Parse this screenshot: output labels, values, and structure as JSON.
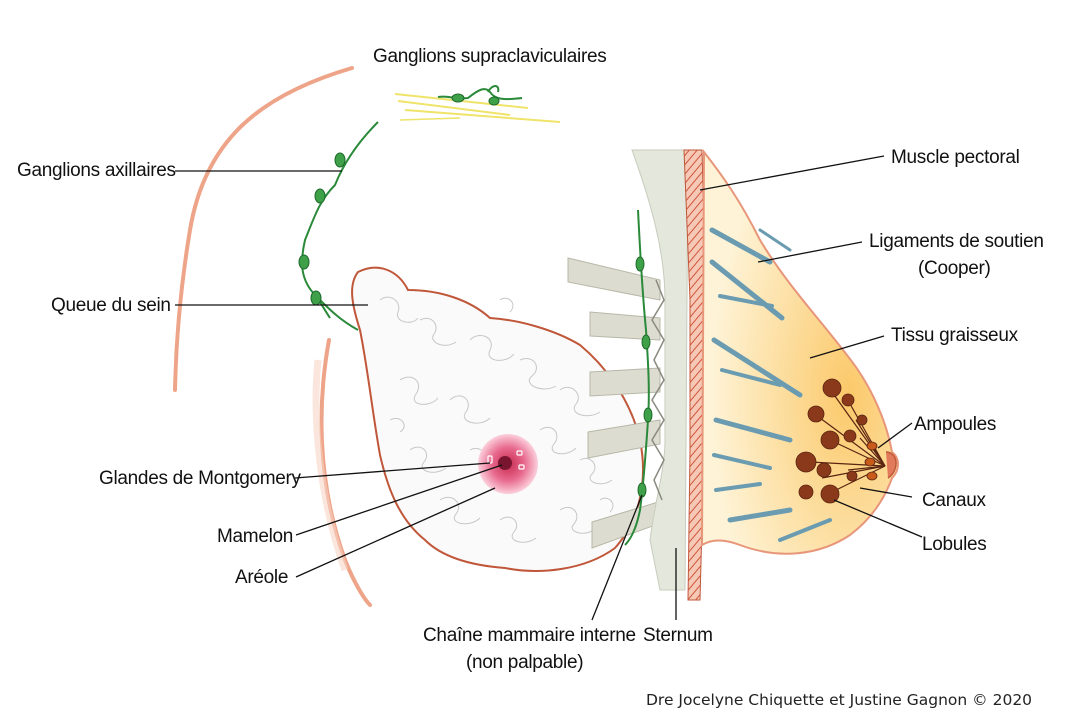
{
  "labels": {
    "supraclavicular": "Ganglions supraclaviculaires",
    "axillary": "Ganglions axillaires",
    "tail": "Queue du sein",
    "montgomery": "Glandes de Montgomery",
    "nipple": "Mamelon",
    "areola": "Aréole",
    "internal_chain_line1": "Chaîne mammaire interne",
    "internal_chain_line2": "(non palpable)",
    "sternum": "Sternum",
    "pectoral": "Muscle pectoral",
    "cooper_line1": "Ligaments de soutien",
    "cooper_line2": "(Cooper)",
    "fat": "Tissu graisseux",
    "ampullae": "Ampoules",
    "ducts": "Canaux",
    "lobules": "Lobules"
  },
  "credit": "Dre Jocelyne Chiquette et Justine Gagnon © 2020",
  "colors": {
    "skin_outline": "#e8967a",
    "gland_outline": "#c0573a",
    "lymph": "#2a8a3a",
    "fat_fill": "#fbd58a",
    "muscle": "#e07a5a",
    "ligament": "#6a9bb0",
    "lobule": "#8a3a1a",
    "areola": "#e06a8a",
    "rib": "#dcdcd0",
    "clavicle": "#f0e060"
  }
}
